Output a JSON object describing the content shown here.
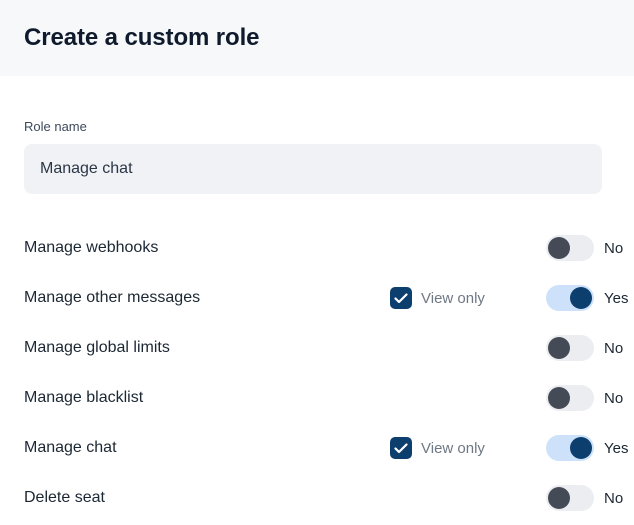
{
  "header": {
    "title": "Create a custom role"
  },
  "form": {
    "role_name_label": "Role name",
    "role_name_value": "Manage chat",
    "role_name_placeholder": "Role name"
  },
  "permissions": {
    "view_only_label": "View only",
    "yes_label": "Yes",
    "no_label": "No",
    "rows": [
      {
        "label": "Manage webhooks",
        "has_view_only": false,
        "view_only_checked": false,
        "enabled": false,
        "state_label": "No"
      },
      {
        "label": "Manage other messages",
        "has_view_only": true,
        "view_only_checked": true,
        "enabled": true,
        "state_label": "Yes"
      },
      {
        "label": "Manage global limits",
        "has_view_only": false,
        "view_only_checked": false,
        "enabled": false,
        "state_label": "No"
      },
      {
        "label": "Manage blacklist",
        "has_view_only": false,
        "view_only_checked": false,
        "enabled": false,
        "state_label": "No"
      },
      {
        "label": "Manage chat",
        "has_view_only": true,
        "view_only_checked": true,
        "enabled": true,
        "state_label": "Yes"
      },
      {
        "label": "Delete seat",
        "has_view_only": false,
        "view_only_checked": false,
        "enabled": false,
        "state_label": "No"
      }
    ]
  },
  "colors": {
    "header_bg": "#f6f8fa",
    "title": "#0f1b2d",
    "input_bg": "#f0f2f5",
    "accent_navy": "#0d3f6e",
    "toggle_on_track": "#cde2fa",
    "toggle_off_track": "#ebedf0",
    "toggle_off_knob": "#444b56",
    "muted_text": "#6e7884"
  }
}
